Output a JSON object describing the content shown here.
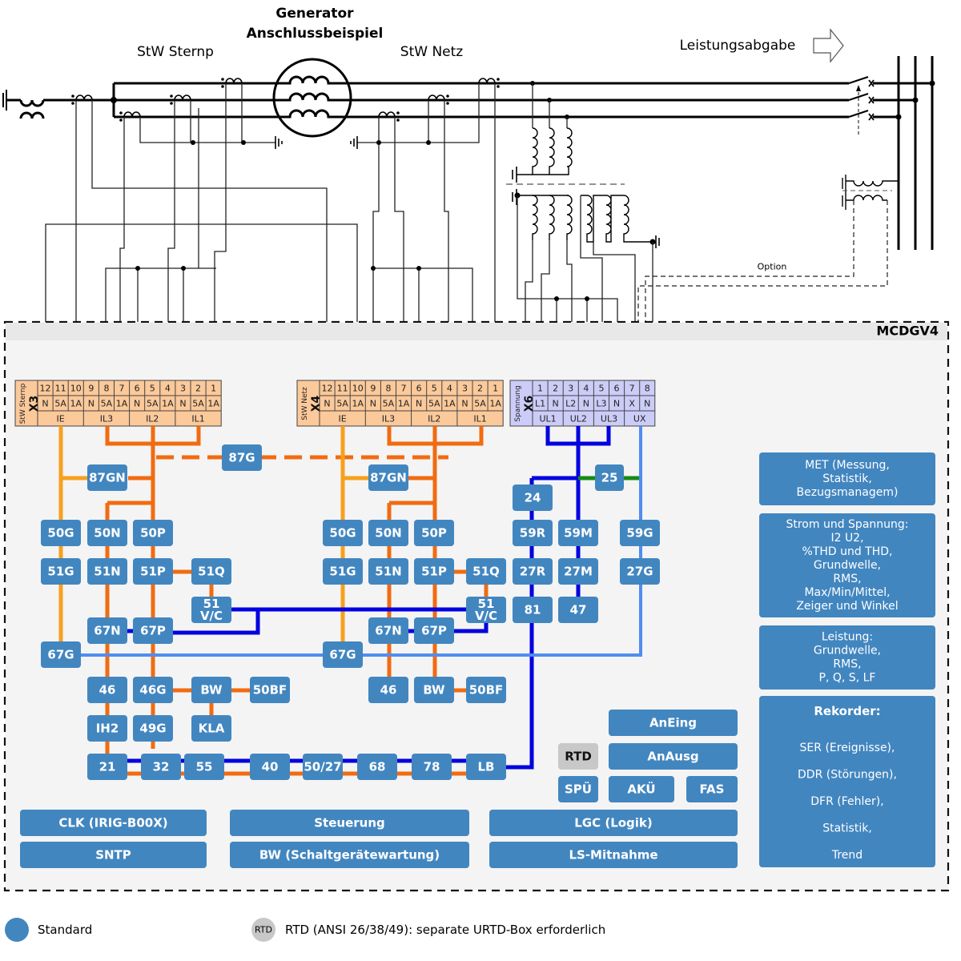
{
  "title": {
    "line1": "Generator",
    "line2": "Anschlussbeispiel"
  },
  "labels": {
    "ct_star": "StW Sternp",
    "ct_grid": "StW Netz",
    "power_out": "Leistungsabgabe",
    "option": "Option",
    "device": "MCDGV4"
  },
  "terminals": {
    "x3": {
      "name": "X3",
      "sub": "StW Sternp",
      "nums": [
        "12",
        "11",
        "10",
        "9",
        "8",
        "7",
        "6",
        "5",
        "4",
        "3",
        "2",
        "1"
      ],
      "types": [
        "N",
        "5A",
        "1A",
        "N",
        "5A",
        "1A",
        "N",
        "5A",
        "1A",
        "N",
        "5A",
        "1A"
      ],
      "groups": [
        "IE",
        "IL3",
        "IL2",
        "IL1"
      ]
    },
    "x4": {
      "name": "X4",
      "sub": "StW Netz",
      "nums": [
        "12",
        "11",
        "10",
        "9",
        "8",
        "7",
        "6",
        "5",
        "4",
        "3",
        "2",
        "1"
      ],
      "types": [
        "N",
        "5A",
        "1A",
        "N",
        "5A",
        "1A",
        "N",
        "5A",
        "1A",
        "N",
        "5A",
        "1A"
      ],
      "groups": [
        "IE",
        "IL3",
        "IL2",
        "IL1"
      ]
    },
    "x6": {
      "name": "X6",
      "sub": "Spannung",
      "nums": [
        "1",
        "2",
        "3",
        "4",
        "5",
        "6",
        "7",
        "8"
      ],
      "types": [
        "L1",
        "N",
        "L2",
        "N",
        "L3",
        "N",
        "X",
        "N"
      ],
      "groups": [
        "UL1",
        "UL2",
        "UL3",
        "UX"
      ]
    }
  },
  "functions": {
    "f87g": "87G",
    "f87gn_a": "87GN",
    "f87gn_b": "87GN",
    "f50g_a": "50G",
    "f50n_a": "50N",
    "f50p_a": "50P",
    "f51g_a": "51G",
    "f51n_a": "51N",
    "f51p_a": "51P",
    "f51q_a": "51Q",
    "f51vc_a": [
      "51",
      "V/C"
    ],
    "f67n_a": "67N",
    "f67p_a": "67P",
    "f67g_a": "67G",
    "f50g_b": "50G",
    "f50n_b": "50N",
    "f50p_b": "50P",
    "f51g_b": "51G",
    "f51n_b": "51N",
    "f51p_b": "51P",
    "f51q_b": "51Q",
    "f51vc_b": [
      "51",
      "V/C"
    ],
    "f67n_b": "67N",
    "f67p_b": "67P",
    "f67g_b": "67G",
    "f46_a": "46",
    "f46g": "46G",
    "fbw_a": "BW",
    "f50bf_a": "50BF",
    "fih2": "IH2",
    "f49g": "49G",
    "fkla": "KLA",
    "f46_b": "46",
    "fbw_b": "BW",
    "f50bf_b": "50BF",
    "f24": "24",
    "f25": "25",
    "f59r": "59R",
    "f59m": "59M",
    "f59g": "59G",
    "f27r": "27R",
    "f27m": "27M",
    "f27g": "27G",
    "f81": "81",
    "f47": "47",
    "chain": [
      "21",
      "32",
      "55",
      "40",
      "50/27",
      "68",
      "78",
      "LB"
    ],
    "anEing": "AnEing",
    "anAusg": "AnAusg",
    "rtd": "RTD",
    "spu": "SPÜ",
    "aku": "AKÜ",
    "fas": "FAS",
    "clk": "CLK (IRIG-B00X)",
    "sntp": "SNTP",
    "steuerung": "Steuerung",
    "bw_sg": "BW (Schaltgerätewartung)",
    "lgc": "LGC (Logik)",
    "ls": "LS-Mitnahme"
  },
  "info_boxes": {
    "met": [
      "MET (Messung,",
      "Statistik,",
      "Bezugsmanagem)"
    ],
    "strom": [
      "Strom und Spannung:",
      "I2 U2,",
      "%THD und THD,",
      "Grundwelle,",
      "RMS,",
      "Max/Min/Mittel,",
      "Zeiger und Winkel"
    ],
    "leistung": [
      "Leistung:",
      "Grundwelle,",
      "RMS,",
      "P, Q, S, LF"
    ],
    "rekorder_title": "Rekorder:",
    "rekorder": [
      "SER (Ereignisse),",
      "DDR (Störungen),",
      "DFR (Fehler),",
      "Statistik,",
      "Trend"
    ]
  },
  "legend": {
    "standard": "Standard",
    "rtd_badge": "RTD",
    "rtd_text": "RTD (ANSI 26/38/49): separate URTD-Box erforderlich"
  },
  "colors": {
    "function_box": "#4286c0",
    "rtd_box": "#c8c8c8",
    "current_terminal": "#fcc99a",
    "voltage_terminal": "#ccccf8",
    "phase_current": "#f26b10",
    "ground_current": "#f7a01e",
    "voltage": "#0000e0",
    "aux_voltage": "#4f8df0",
    "sync": "#158a15"
  }
}
